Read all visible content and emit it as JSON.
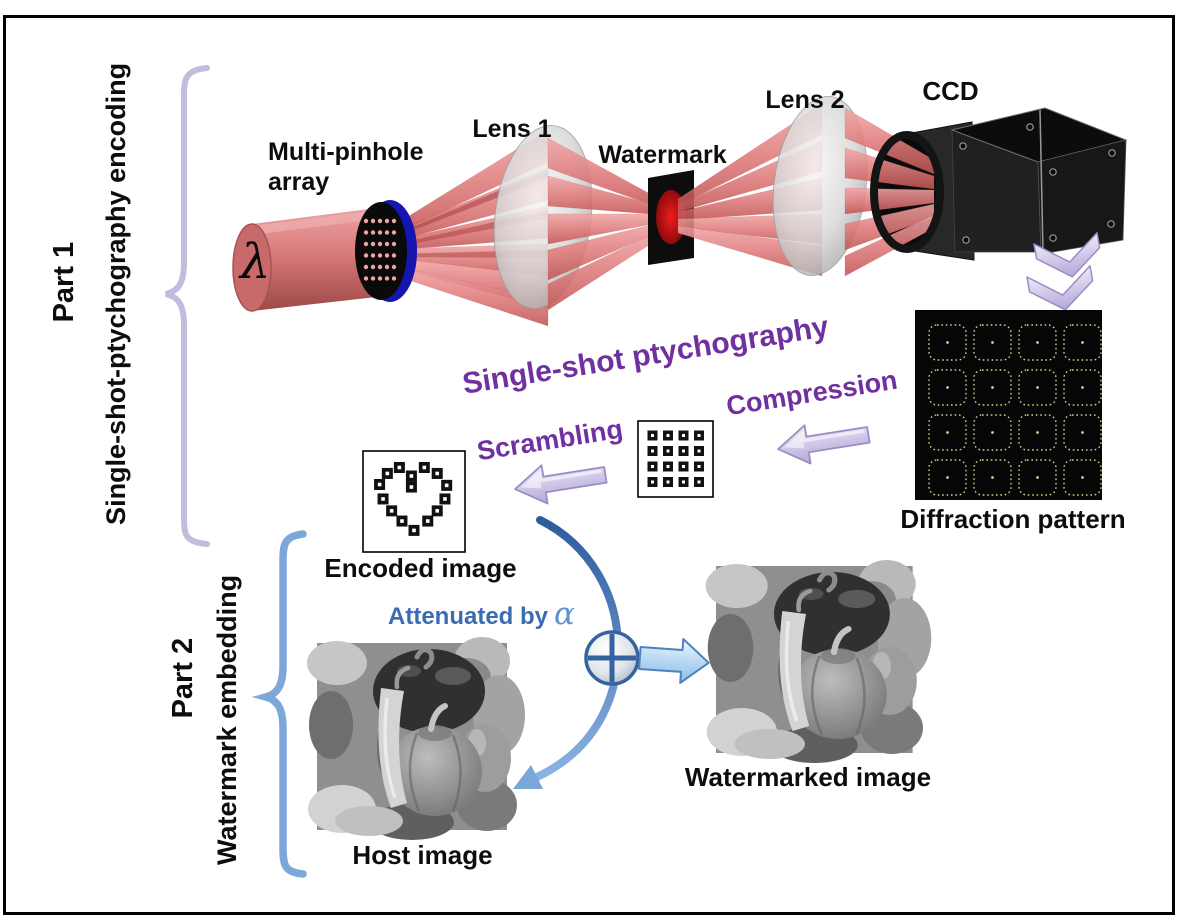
{
  "figure": {
    "part1": {
      "label": "Part 1",
      "sublabel": "Single-shot-ptychography encoding"
    },
    "part2": {
      "label": "Part 2",
      "sublabel": "Watermark embedding"
    },
    "optics": {
      "lambda": "λ",
      "multi_pinhole": "Multi-pinhole array",
      "lens1": "Lens 1",
      "watermark": "Watermark",
      "lens2": "Lens 2",
      "ccd": "CCD"
    },
    "captions": {
      "single_shot": "Single-shot ptychography",
      "compression": "Compression",
      "scrambling": "Scrambling",
      "diffraction": "Diffraction pattern",
      "encoded": "Encoded image",
      "attenuated": "Attenuated by",
      "alpha": "α",
      "host": "Host image",
      "watermarked": "Watermarked image"
    }
  },
  "patterns": {
    "diffraction_grid": "4x4 dotted squares with center dots on black",
    "compressed_grid": "4x4 solid squares with white centers",
    "encoded_shape": "heart outline made of small squares"
  },
  "colors": {
    "caption_purple": "#7030a0",
    "attenuate_blue": "#3a6cb4",
    "part1_brace": "#c4bcdc",
    "part2_brace": "#7da7d9",
    "arrow_lavender": "#c9c0e8",
    "beam_red": "#d87a7a"
  }
}
